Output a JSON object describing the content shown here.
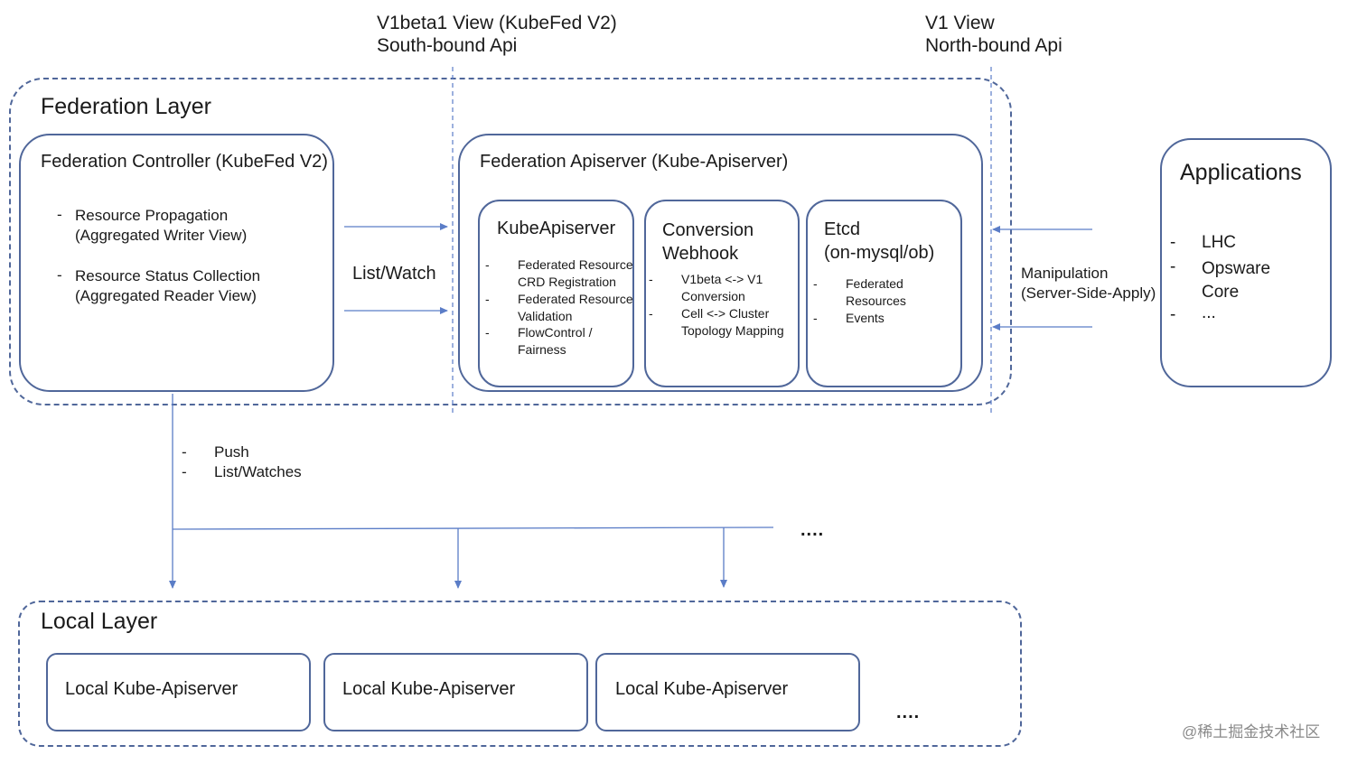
{
  "view_labels": {
    "v1beta1": "V1beta1 View (KubeFed V2)\nSouth-bound Api",
    "v1": "V1 View\nNorth-bound Api"
  },
  "federation_layer": {
    "title": "Federation Layer",
    "controller": {
      "title": "Federation Controller (KubeFed V2)",
      "items": [
        "Resource Propagation\n(Aggregated Writer View)",
        "Resource Status Collection\n(Aggregated Reader View)"
      ]
    },
    "list_watch": "List/Watch",
    "apiserver": {
      "title": "Federation Apiserver (Kube-Apiserver)",
      "kubeapiserver": {
        "title": "KubeApiserver",
        "items": [
          "Federated Resource\nCRD Registration",
          "Federated Resource\nValidation",
          "FlowControl /\nFairness"
        ]
      },
      "webhook": {
        "title": "Conversion\nWebhook",
        "items": [
          "V1beta <-> V1\nConversion",
          "Cell <-> Cluster\nTopology Mapping"
        ]
      },
      "etcd": {
        "title": "Etcd\n(on-mysql/ob)",
        "items": [
          "Federated\nResources",
          "Events"
        ]
      }
    }
  },
  "manipulation": "Manipulation\n(Server-Side-Apply)",
  "applications": {
    "title": "Applications",
    "items": [
      "LHC",
      "Opsware\nCore",
      "..."
    ]
  },
  "push_items": [
    "Push",
    "List/Watches"
  ],
  "ellipsis_top": "....",
  "local_layer": {
    "title": "Local Layer",
    "boxes": [
      "Local Kube-Apiserver",
      "Local Kube-Apiserver",
      "Local Kube-Apiserver"
    ],
    "ellipsis": "...."
  },
  "watermark": "@稀土掘金技术社区",
  "colors": {
    "line": "#50679a",
    "arrow": "#5b7dc7",
    "text": "#1a1a1a"
  }
}
